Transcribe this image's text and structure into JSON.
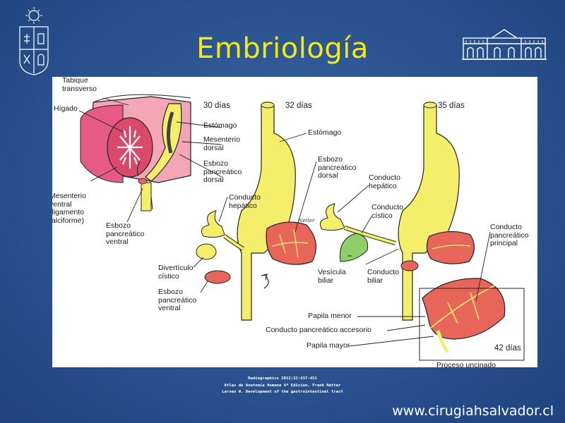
{
  "slide": {
    "title": "Embriología",
    "website": "www.cirugiahsalvador.cl"
  },
  "references": [
    "Radiographics 2012;32:437-451",
    "Atlas de Anatomia Humana 4ª Edicion, Frank Netter",
    "Larsen W. Development of the gastrointestinal tract"
  ],
  "figure": {
    "stage1": {
      "days": "30 días",
      "labels": {
        "tabique": "Tabique\ntransverso",
        "higado": "Hígado",
        "estomago": "Estómago",
        "mesenterio_dorsal": "Mesenterio\ndorsal",
        "esbozo_dorsal": "Esbozo\npancreático\ndorsal",
        "mesenterio_ventral": "Mesenterio\nventral\n(ligamento\nfalciforme)",
        "esbozo_ventral": "Esbozo\npancreático\nventral"
      }
    },
    "stage2": {
      "days": "32 días",
      "labels": {
        "estomago": "Estómago",
        "esbozo_dorsal": "Esbozo\npancreático\ndorsal",
        "conducto_hepatico": "Conducto\nhepático",
        "diverticulo": "Divertículo\ncístico",
        "esbozo_ventral": "Esbozo\npancreático\nventral"
      }
    },
    "stage3": {
      "days": "35 días",
      "labels": {
        "conducto_hepatico": "Conducto\nhepático",
        "conducto_cistico": "Conducto\ncístico",
        "vesicula": "Vesícula\nbiliar",
        "conducto_biliar": "Conducto\nbiliar"
      }
    },
    "stage4": {
      "days": "42 días",
      "labels": {
        "conducto_principal": "Conducto\npancreático\nprincipal",
        "papila_menor": "Papila menor",
        "conducto_accesorio": "Conducto pancreático accesorio",
        "papila_mayor": "Papila mayor",
        "proceso": "Proceso uncinado"
      }
    },
    "signature": "Netter"
  },
  "colors": {
    "title": "#f2ea18",
    "gut": "#f4ee6b",
    "pancreas": "#e8655a",
    "liver": "#d94a6a",
    "septum": "#f2a6b6",
    "gallbladder": "#8fcf6a"
  }
}
